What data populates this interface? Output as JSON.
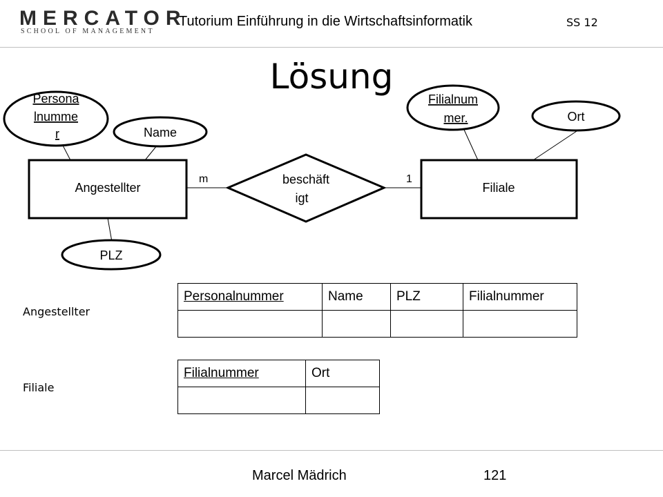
{
  "header": {
    "logo_name": "MERCATOR",
    "logo_subtitle": "SCHOOL OF MANAGEMENT",
    "course_title": "Tutorium Einführung in die Wirtschaftsinformatik",
    "term": "SS 12"
  },
  "slide_title": "Lösung",
  "er_diagram": {
    "entities": {
      "angestellter": "Angestellter",
      "filiale": "Filiale"
    },
    "relationship": {
      "line1": "beschäft",
      "line2": "igt"
    },
    "cardinality": {
      "left": "m",
      "right": "1"
    },
    "attributes": {
      "personalnummer": {
        "line1": "Persona",
        "line2": "lnumme",
        "line3": "r"
      },
      "name": "Name",
      "plz": "PLZ",
      "filialnummer": {
        "line1": "Filialnum",
        "line2": "mer."
      },
      "ort": "Ort"
    }
  },
  "relations": {
    "angestellter": {
      "label": "Angestellter",
      "columns": [
        "Personalnummer",
        "Name",
        "PLZ",
        "Filialnummer"
      ]
    },
    "filiale": {
      "label": "Filiale",
      "columns": [
        "Filialnummer",
        "Ort"
      ]
    }
  },
  "footer": {
    "author": "Marcel Mädrich",
    "page": "121"
  }
}
